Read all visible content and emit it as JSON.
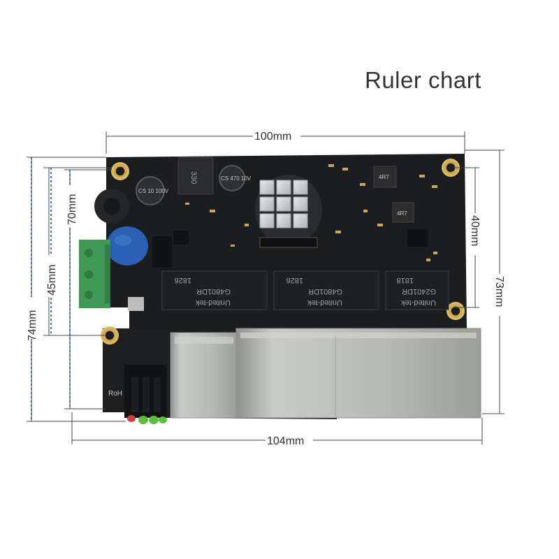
{
  "title": "Ruler chart",
  "dimensions": {
    "top_width": "100mm",
    "bottom_width": "104mm",
    "right_inner_height": "40mm",
    "right_outer_height": "73mm",
    "left_outer_height": "74mm",
    "left_mid_height": "70mm",
    "left_inner_height": "45mm"
  },
  "components": {
    "inductor_label": "330",
    "capacitor_a_label": "CS 10 100V",
    "capacitor_b_label": "CS 470 10V",
    "inductor_small_1": "4R7",
    "inductor_small_2": "4R7",
    "transformer_1": [
      "United-tek",
      "G4801DR",
      "1826"
    ],
    "transformer_2": [
      "United-tek",
      "G4801DR",
      "1826"
    ],
    "transformer_3": [
      "United-tek",
      "G2401DR",
      "1818"
    ],
    "led_label": "RoH"
  },
  "colors": {
    "pcb": "#1b1d1f",
    "heatsink": "#cfd3d6",
    "terminal_block": "#3f9a55",
    "varistor": "#2b5fb3",
    "jack_metal": "#b9bbb8",
    "dimension_line": "#444444",
    "dashed_line": "#1f3fa8"
  }
}
